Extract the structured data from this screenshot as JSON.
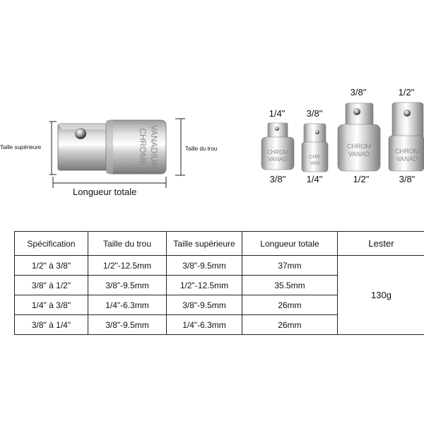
{
  "diagram": {
    "engraving_line1": "CHROME",
    "engraving_line2": "VANADIUM",
    "top_size_label": "Taille supérieure",
    "hole_size_label": "Taille du trou",
    "total_length_label": "Longueur totale"
  },
  "adapters": [
    {
      "top": "1/4\"",
      "bottom": "3/8\""
    },
    {
      "top": "3/8\"",
      "bottom": "1/4\""
    },
    {
      "top": "3/8\"",
      "bottom": "1/2\""
    },
    {
      "top": "1/2\"",
      "bottom": "3/8\""
    }
  ],
  "table": {
    "headers": [
      "Spécification",
      "Taille du trou",
      "Taille supérieure",
      "Longueur totale",
      "Lester"
    ],
    "rows": [
      [
        "1/2\" à 3/8\"",
        "1/2\"-12.5mm",
        "3/8\"-9.5mm",
        "37mm"
      ],
      [
        "3/8\" à 1/2\"",
        "3/8\"-9.5mm",
        "1/2\"-12.5mm",
        "35.5mm"
      ],
      [
        "1/4\" à 3/8\"",
        "1/4\"-6.3mm",
        "3/8\"-9.5mm",
        "26mm"
      ],
      [
        "3/8\" à 1/4\"",
        "3/8\"-9.5mm",
        "1/4\"-6.3mm",
        "26mm"
      ]
    ],
    "weight": "130g"
  }
}
